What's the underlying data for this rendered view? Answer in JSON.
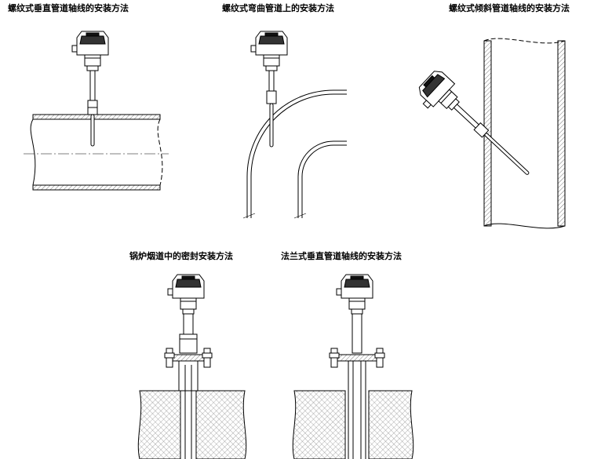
{
  "titles": {
    "t1": "螺纹式垂直管道轴线的安装方法",
    "t2": "螺纹式弯曲管道上的安装方法",
    "t3": "螺纹式倾斜管道轴线的安装方法",
    "t4": "锅炉烟道中的密封安装方法",
    "t5": "法兰式垂直管道轴线的安装方法"
  },
  "colors": {
    "line": "#000000",
    "hatch": "#555555",
    "background": "#ffffff"
  }
}
